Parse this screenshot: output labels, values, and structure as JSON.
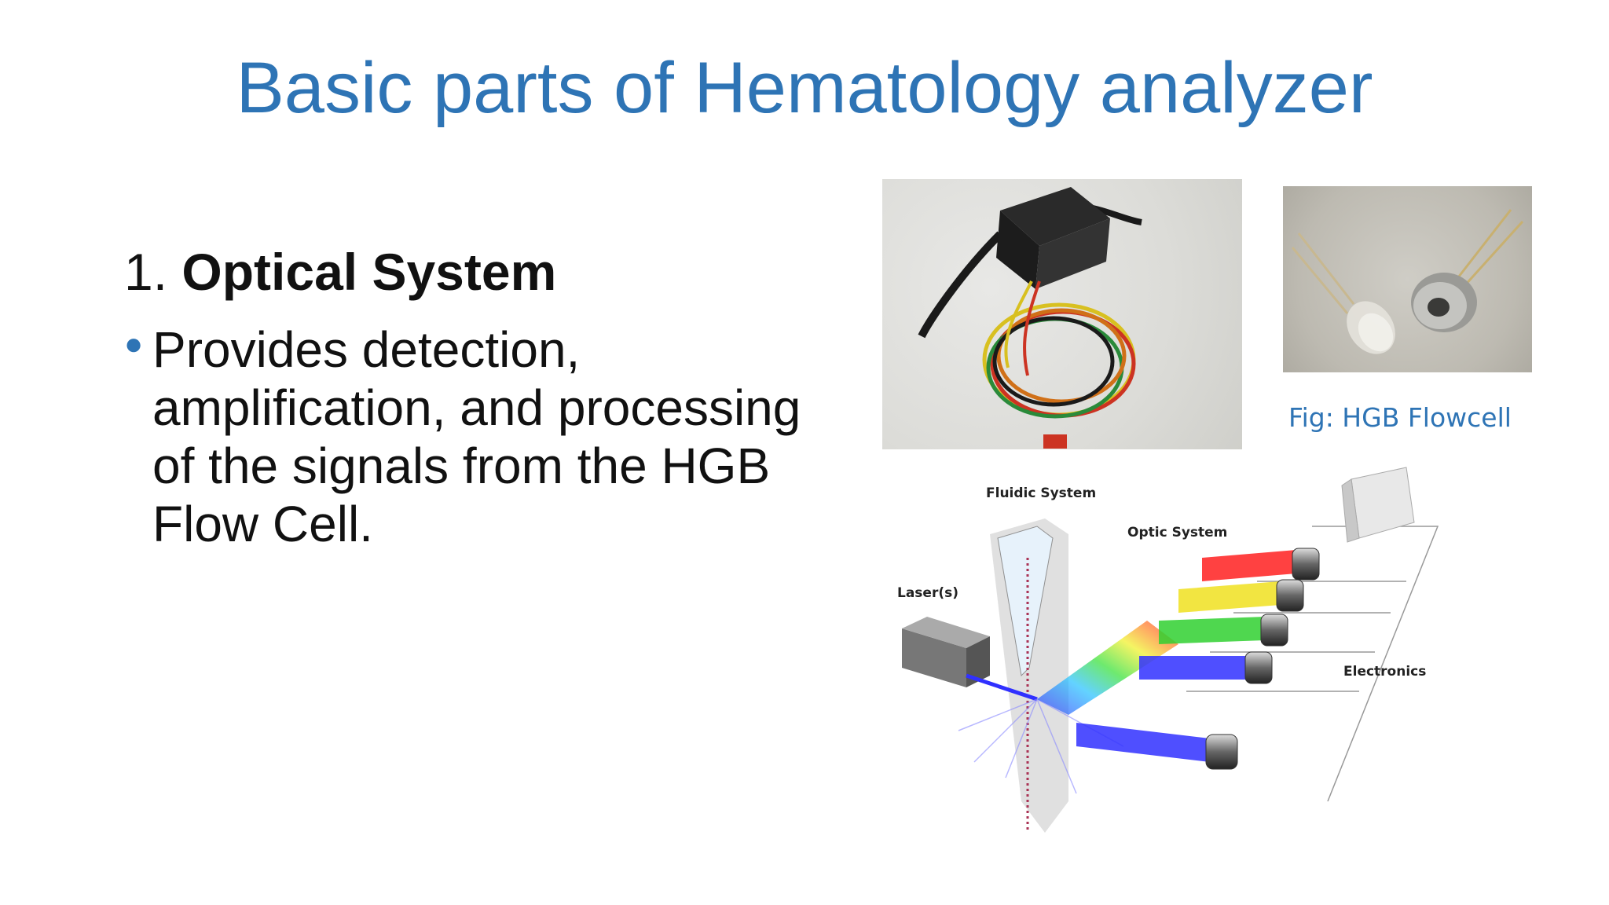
{
  "slide": {
    "title": "Basic parts of Hematology analyzer",
    "heading": {
      "number": "1.",
      "text": "Optical System"
    },
    "bullet": "Provides detection, amplification, and processing of the signals from the HGB Flow Cell.",
    "caption": "Fig: HGB Flowcell",
    "diagram_labels": {
      "fluidic": "Fluidic System",
      "optic": "Optic System",
      "laser": "Laser(s)",
      "electronics": "Electronics"
    },
    "accent_color": "#2e74b5"
  }
}
